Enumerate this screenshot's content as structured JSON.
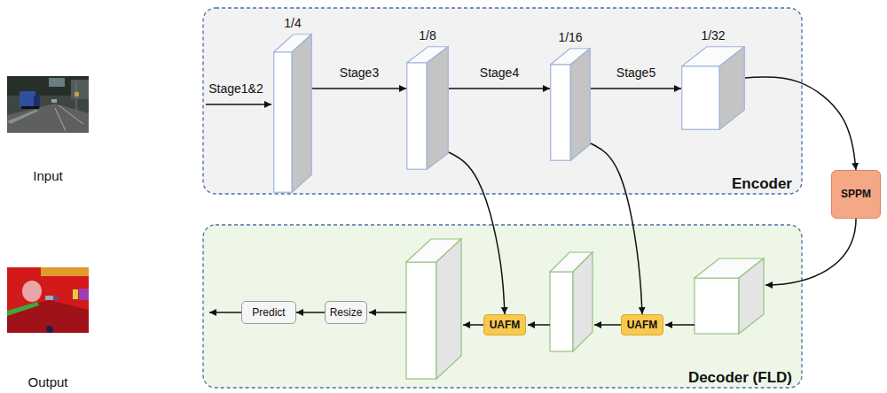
{
  "diagram": {
    "nodes": [
      {
        "text": [
          "Encoder"
        ]
      },
      {
        "text": [
          "1/4"
        ],
        "in": 0
      },
      {
        "text": [
          "1/8"
        ],
        "in": 0
      },
      {
        "text": [
          "1/16"
        ],
        "in": 0
      },
      {
        "text": [
          "1/32"
        ],
        "in": 0
      },
      {
        "text": [
          "SPPM"
        ]
      },
      {
        "text": [
          "Decoder (FLD)"
        ]
      },
      {
        "text": [
          "Predict"
        ],
        "in": 6
      },
      {
        "text": [
          "Resize"
        ],
        "in": 6
      },
      {
        "text": [
          "UAFM"
        ],
        "in": 6
      },
      {
        "text": [
          "UAFM"
        ],
        "in": 6
      }
    ],
    "edges": [
      {
        "from": 1,
        "to": 2,
        "arrow": "to",
        "label": "Stage3"
      },
      {
        "from": 2,
        "to": 3,
        "arrow": "to",
        "label": "Stage4"
      },
      {
        "from": 3,
        "to": 4,
        "arrow": "to",
        "label": "Stage5"
      },
      {
        "from": 4,
        "to": 5,
        "arrow": "to"
      },
      {
        "from": 2,
        "to": 9,
        "arrow": "to"
      },
      {
        "from": 3,
        "to": 10,
        "arrow": "to"
      },
      {
        "from": 8,
        "to": 7,
        "arrow": "to"
      }
    ],
    "labels": [
      "Stage1&2",
      "Input",
      "Output"
    ]
  }
}
